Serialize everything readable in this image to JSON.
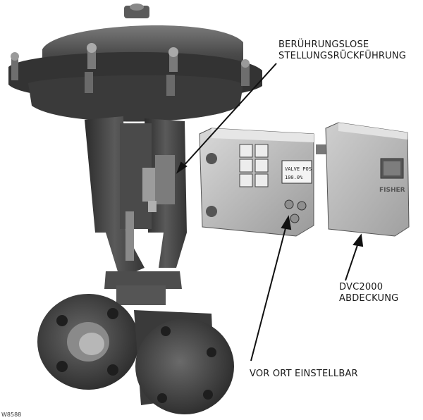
{
  "callouts": {
    "non_contact_feedback": [
      "BERÜHRUNGSLOSE",
      "STELLUNGSRÜCKFÜHRUNG"
    ],
    "dvc_cover": [
      "DVC2000",
      "ABDECKUNG"
    ],
    "local_adjust": "VOR ORT EINSTELLBAR"
  },
  "figure_id": "W8588",
  "device_text": {
    "display_line1": "VALVE POS",
    "display_line2": "100.0%",
    "cover_brand": "FISHER"
  },
  "colors": {
    "body_dark": "#3e3e3e",
    "body_mid": "#6b6b6b",
    "housing_light": "#c6c6c6",
    "label_text": "#1a1a1a"
  }
}
